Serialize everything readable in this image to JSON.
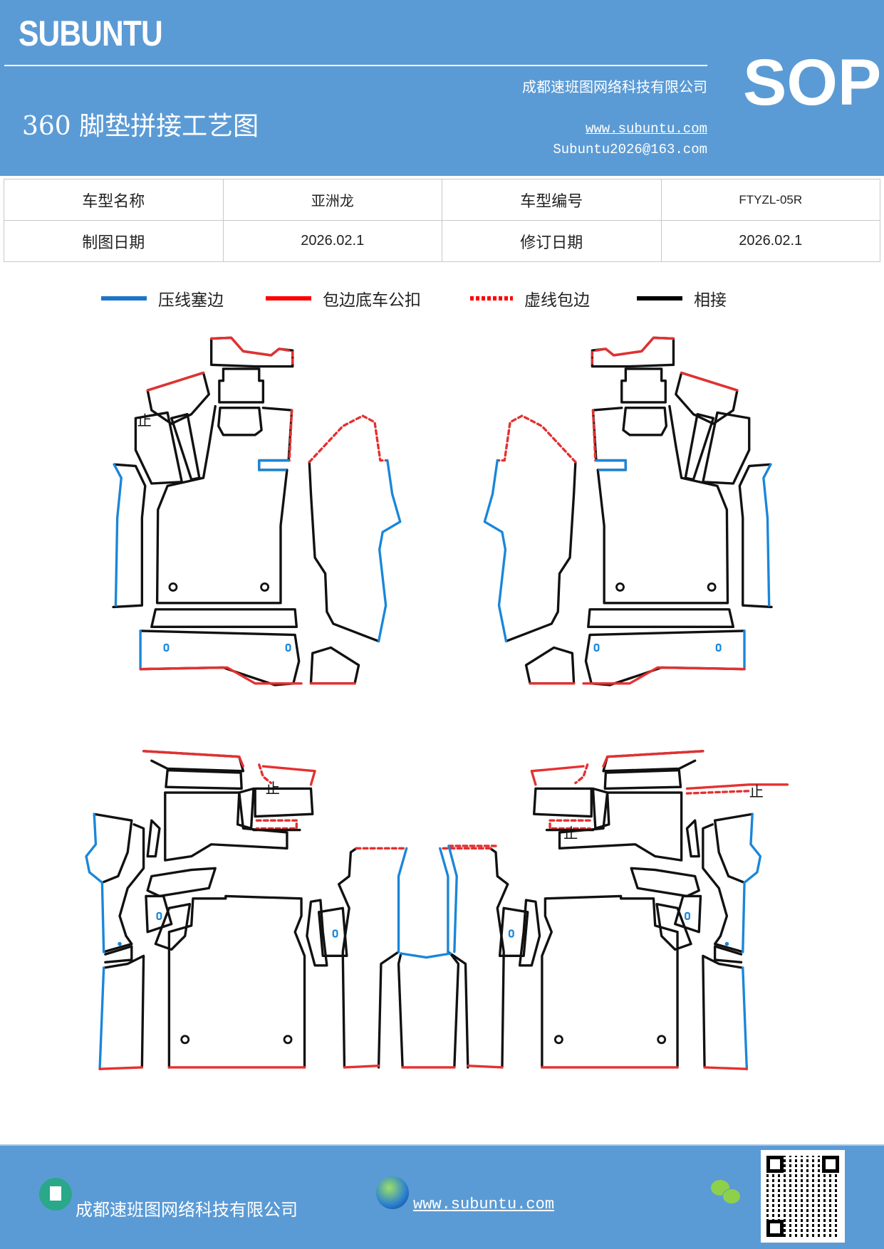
{
  "header": {
    "brand": "SUBUNTU",
    "company": "成都速班图网络科技有限公司",
    "sop": "SOP",
    "title": "360 脚垫拼接工艺图",
    "website": "www.subuntu.com",
    "email": "Subuntu2026@163.com"
  },
  "info_table": {
    "rows": [
      [
        "车型名称",
        "亚洲龙",
        "车型编号",
        "FTYZL-05R"
      ],
      [
        "制图日期",
        "2026.02.1",
        "修订日期",
        "2026.02.1"
      ]
    ]
  },
  "legend": [
    {
      "label": "压线塞边",
      "color": "#1a75c9",
      "style": "solid"
    },
    {
      "label": "包边底车公扣",
      "color": "#ff0000",
      "style": "solid"
    },
    {
      "label": "虚线包边",
      "color": "#ff0000",
      "style": "dashed"
    },
    {
      "label": "相接",
      "color": "#000000",
      "style": "solid"
    }
  ],
  "drawing": {
    "mark": "止"
  },
  "footer": {
    "company": "成都速班图网络科技有限公司",
    "website": "www.subuntu.com",
    "icons": [
      "building-icon",
      "globe-icon",
      "wechat-icon",
      "qr-code"
    ]
  }
}
